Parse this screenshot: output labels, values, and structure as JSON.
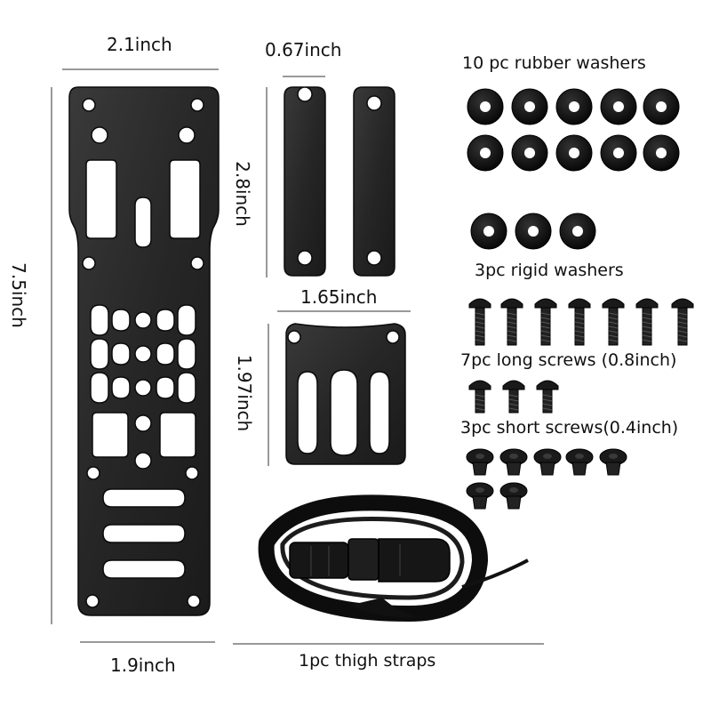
{
  "dimensions": {
    "main_width_top": "2.1inch",
    "main_width_bottom": "1.9inch",
    "main_height": "7.5inch",
    "strap_width": "0.67inch",
    "strap_height": "2.8inch",
    "small_plate_width": "1.65inch",
    "small_plate_height": "1.97inch"
  },
  "items": {
    "rubber_washers": "10 pc rubber washers",
    "rigid_washers": "3pc rigid washers",
    "long_screws": "7pc long screws (0.8inch)",
    "short_screws": "3pc short screws(0.4inch)",
    "thigh_straps": "1pc thigh straps"
  },
  "counts": {
    "rubber_washers": 10,
    "rigid_washers": 3,
    "long_screws": 7,
    "short_screws": 3,
    "screw_nuts": 7
  },
  "colors": {
    "part": "#2a2a2a",
    "part_edge": "#0a0a0a",
    "line": "#333333"
  },
  "icons": [
    "main-panel-plate",
    "strap-bar",
    "small-mount-plate",
    "rubber-washer",
    "rigid-washer",
    "long-screw",
    "short-screw",
    "screw-nut",
    "thigh-strap"
  ]
}
